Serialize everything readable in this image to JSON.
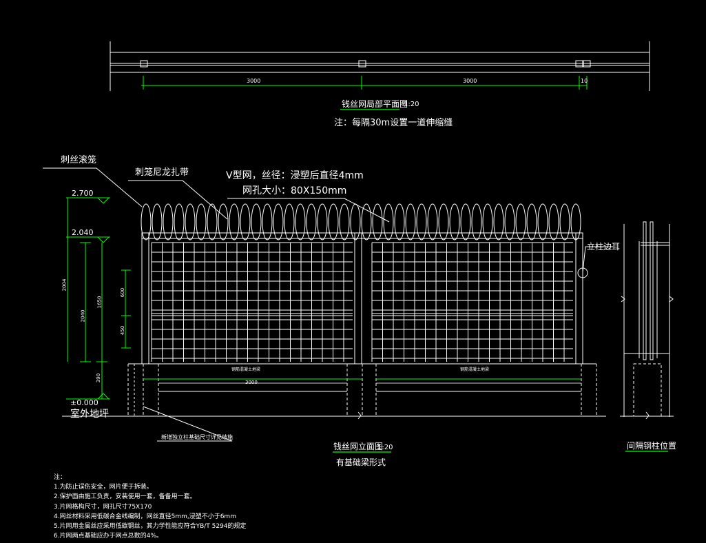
{
  "plan": {
    "dims": [
      "3000",
      "3000",
      "10"
    ],
    "title": "钱丝网局部平面图",
    "scale": "1:20",
    "note": "注：每隔30m设置一道伸缩缝"
  },
  "elevation": {
    "labels": {
      "razor_coil": "刺丝滚笼",
      "nylon_tie": "刺笼尼龙扎带",
      "mesh_line1": "V型网，丝径：浸塑后直径4mm",
      "mesh_line2": "网孔大小：80X150mm",
      "post_ear": "立柱边耳"
    },
    "levels": {
      "top": "2.700",
      "mid": "2.040",
      "ground": "±0.000",
      "ground_label": "室外地坪"
    },
    "vertical_dims": [
      "2004",
      "2040",
      "1650",
      "600",
      "450",
      "390"
    ],
    "beam_labels": [
      "钢筋混凝土地梁",
      "钢筋混凝土地梁"
    ],
    "beam_dim": "3000",
    "foundation_note": "新增独立柱基础尺寸详见结施",
    "title": "钱丝网立面图",
    "scale": "1:20",
    "subtitle": "有基础梁形式"
  },
  "side": {
    "title": "间隔钢柱位置"
  },
  "notes": {
    "heading": "注：",
    "items": [
      "1.为防止误伤安全，网片便于拆装。",
      "2.保护面由施工负责，安装使用一套，备备用一套。",
      "3.片网格构尺寸，网孔尺寸75X170",
      "4.网丝材料采用低碳合金线编制，网丝直径5mm,浸塑不小于6mm",
      "5.片网用金属丝应采用低碳钢丝，其力学性能应符合YB/T 5294的规定",
      "6.片网两点基础应办于网点总数的4%。"
    ]
  }
}
